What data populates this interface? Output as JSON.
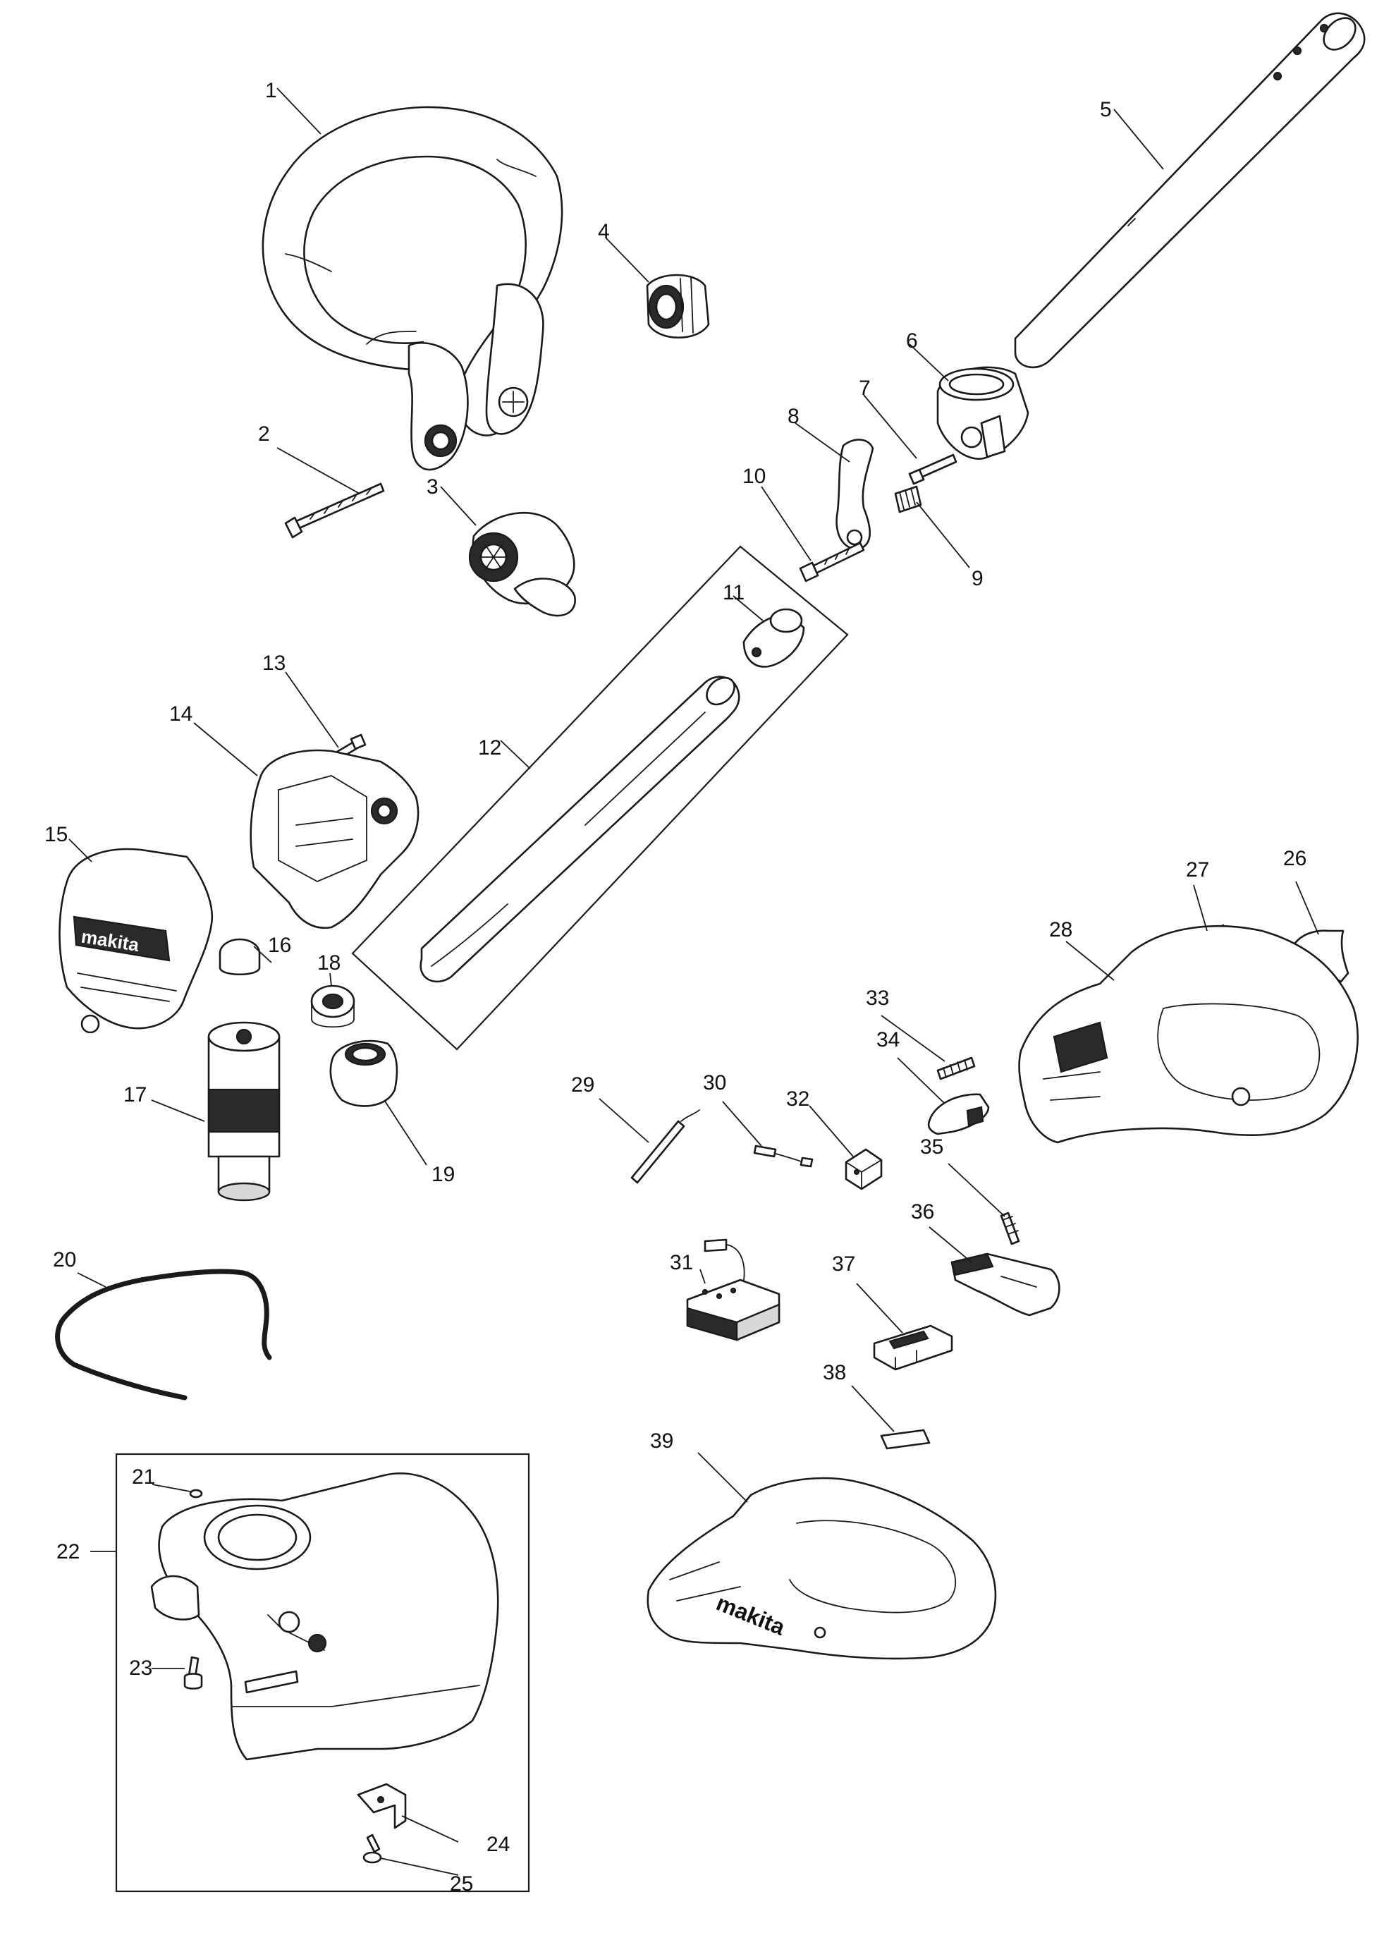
{
  "callouts": [
    "1",
    "2",
    "3",
    "4",
    "5",
    "6",
    "7",
    "8",
    "9",
    "10",
    "11",
    "12",
    "13",
    "14",
    "15",
    "16",
    "17",
    "18",
    "19",
    "20",
    "21",
    "22",
    "23",
    "24",
    "25",
    "26",
    "27",
    "28",
    "29",
    "30",
    "31",
    "32",
    "33",
    "34",
    "35",
    "36",
    "37",
    "38",
    "39"
  ],
  "brand_marks": {
    "motor_housing": "makita",
    "rear_handle": "makita"
  }
}
